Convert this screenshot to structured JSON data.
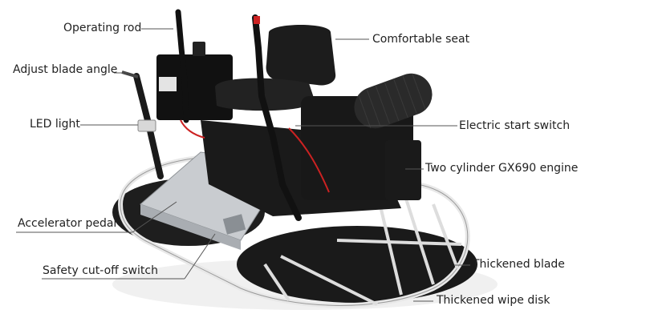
{
  "labels": {
    "operating_rod": "Operating rod",
    "adjust_blade_angle": "Adjust blade angle",
    "led_light": "LED light",
    "accelerator_pedal": "Accelerator pedal",
    "safety_cutoff_switch": "Safety cut-off switch",
    "comfortable_seat": "Comfortable seat",
    "electric_start_switch": "Electric start switch",
    "engine": "Two cylinder GX690 engine",
    "thickened_blade": "Thickened blade",
    "thickened_wipe_disk": "Thickened wipe disk"
  },
  "colors": {
    "frame": "#e8e8e8",
    "body": "#1a1a1a",
    "plate": "#c9ccd0",
    "accent_red": "#cc2222",
    "label_text": "#222222"
  }
}
